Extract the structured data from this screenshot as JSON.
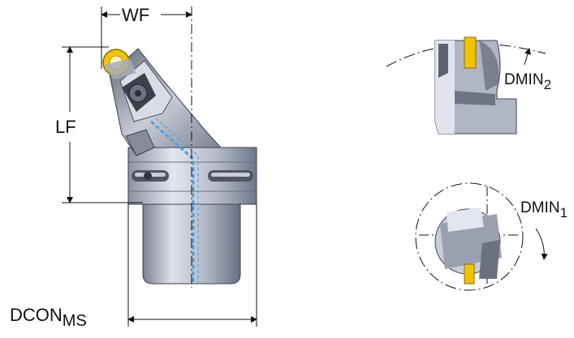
{
  "labels": {
    "wf": "WF",
    "lf": "LF",
    "dcon": "DCON",
    "dcon_sub": "MS",
    "dmin2": "DMIN",
    "dmin2_sub": "2",
    "dmin1": "DMIN",
    "dmin1_sub": "1"
  },
  "colors": {
    "insert": "#f0c400",
    "insert_dark": "#c79b00",
    "coolant": "#4aa3df",
    "metal_light": "#d8dce6",
    "metal_mid": "#a9afbd",
    "metal_dark": "#5f6573"
  }
}
